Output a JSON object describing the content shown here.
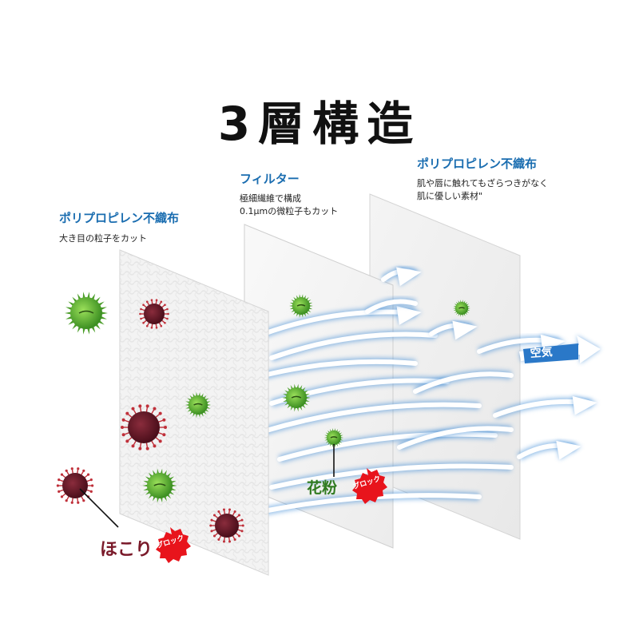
{
  "title": "3層構造",
  "layers": [
    {
      "title": "ポリプロピレン不織布",
      "desc": [
        "大き目の粒子をカット"
      ]
    },
    {
      "title": "フィルター",
      "desc": [
        "極細繊維で構成",
        "0.1μmの微粒子もカット"
      ]
    },
    {
      "title": "ポリプロピレン不織布",
      "desc": [
        "肌や唇に触れてもざらつきがなく",
        "肌に優しい素材\""
      ]
    }
  ],
  "labels": {
    "dust": "ほこり",
    "pollen": "花粉",
    "block": "ブロック",
    "air": "空気"
  },
  "colors": {
    "accent": "#1a6db0",
    "dust": "#7a1a2a",
    "pollen": "#2f7a1f",
    "block": "#e8141c",
    "air": "#1976c8"
  }
}
